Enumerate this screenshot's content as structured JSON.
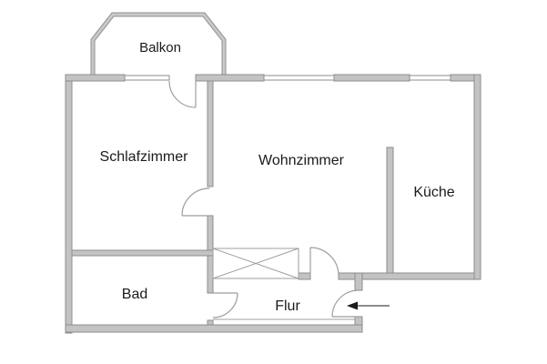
{
  "plan": {
    "rooms": {
      "balkon": {
        "label": "Balkon"
      },
      "schlafzimmer": {
        "label": "Schlafzimmer"
      },
      "wohnzimmer": {
        "label": "Wohnzimmer"
      },
      "kueche": {
        "label": "Küche"
      },
      "bad": {
        "label": "Bad"
      },
      "flur": {
        "label": "Flur"
      }
    },
    "entrance": {
      "icon": "left-arrow-icon"
    },
    "shaft": {
      "icon": "crossed-box-icon"
    }
  },
  "colors": {
    "wall_fill": "#c3c3c3",
    "wall_stroke": "#8d8d8d",
    "balcony_fill": "#c9c9c9",
    "balcony_edge": "#909090",
    "door_line": "#9e9e9e",
    "thin_line": "#9e9e9e",
    "text": "#1b1b1b",
    "arrow": "#1b1b1b",
    "background": "#ffffff"
  }
}
